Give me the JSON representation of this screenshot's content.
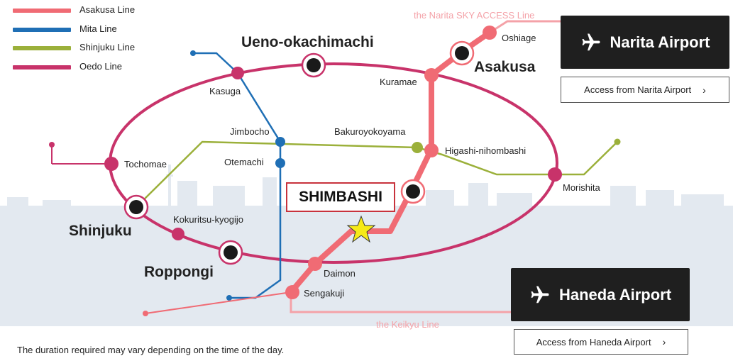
{
  "legend": [
    {
      "label": "Asakusa Line",
      "color": "#f06b74"
    },
    {
      "label": "Mita Line",
      "color": "#1f6fb5"
    },
    {
      "label": "Shinjuku Line",
      "color": "#9bb03a"
    },
    {
      "label": "Oedo Line",
      "color": "#c8336a"
    }
  ],
  "colors": {
    "asakusa": "#f06b74",
    "mita": "#1f6fb5",
    "shinjuku": "#9bb03a",
    "oedo": "#c8336a",
    "express_lines": "#f4a2a8",
    "skyline": "#dfe6ee",
    "airport_box": "#1f1f1f",
    "star": "#f6ea17"
  },
  "lines": {
    "narita_sky_access": "the Narita SKY ACCESS Line",
    "keikyu": "the Keikyu Line"
  },
  "stations": {
    "ueno_okachimachi": "Ueno-okachimachi",
    "oshiage": "Oshiage",
    "asakusa": "Asakusa",
    "kuramae": "Kuramae",
    "kasuga": "Kasuga",
    "jimbocho": "Jimbocho",
    "bakuroyokoyama": "Bakuroyokoyama",
    "higashi_nihombashi": "Higashi-nihombashi",
    "otemachi": "Otemachi",
    "tochomae": "Tochomae",
    "morishita": "Morishita",
    "shinjuku": "Shinjuku",
    "kokuritsu_kyogijo": "Kokuritsu-kyogijo",
    "roppongi": "Roppongi",
    "daimon": "Daimon",
    "sengakuji": "Sengakuji"
  },
  "highlight": {
    "label": "SHIMBASHI",
    "icon": "star-icon"
  },
  "airports": {
    "narita": {
      "title": "Narita Airport",
      "icon": "airplane-icon",
      "access_label": "Access from Narita Airport"
    },
    "haneda": {
      "title": "Haneda Airport",
      "icon": "airplane-icon",
      "access_label": "Access from Haneda Airport"
    }
  },
  "footnote": "The duration required may vary depending on the time of the day."
}
